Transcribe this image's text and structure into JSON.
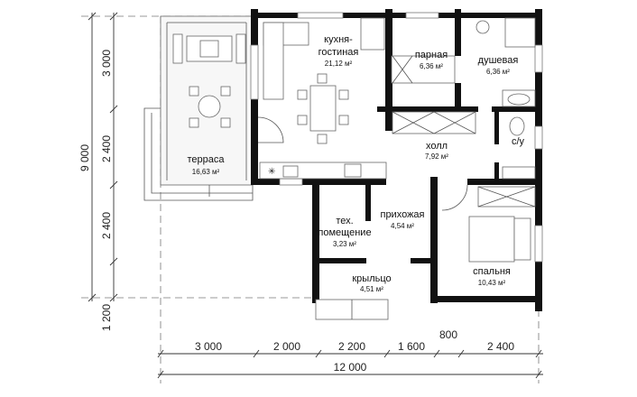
{
  "rooms": [
    {
      "name": "кухня-",
      "name2": "гостиная",
      "area": "21,12 м²"
    },
    {
      "name": "парная",
      "area": "6,36 м²"
    },
    {
      "name": "душевая",
      "area": "6,36 м²"
    },
    {
      "name": "терраса",
      "area": "16,63 м²"
    },
    {
      "name": "холл",
      "area": "7,92 м²"
    },
    {
      "name": "с/у"
    },
    {
      "name": "тех.",
      "name2": "помещение",
      "area": "3,23 м²"
    },
    {
      "name": "прихожая",
      "area": "4,54 м²"
    },
    {
      "name": "спальня",
      "area": "10,43 м²"
    },
    {
      "name": "крыльцо",
      "area": "4,51 м²"
    }
  ],
  "dimensions": {
    "bottom": [
      "3 000",
      "2 000",
      "2 200",
      "1 600",
      "800",
      "2 400"
    ],
    "total_width": "12 000",
    "left": [
      "3 000",
      "2 400",
      "2 400",
      "1 200"
    ],
    "total_height": "9 000"
  },
  "colors": {
    "wall": "#111111",
    "line": "#555555"
  }
}
